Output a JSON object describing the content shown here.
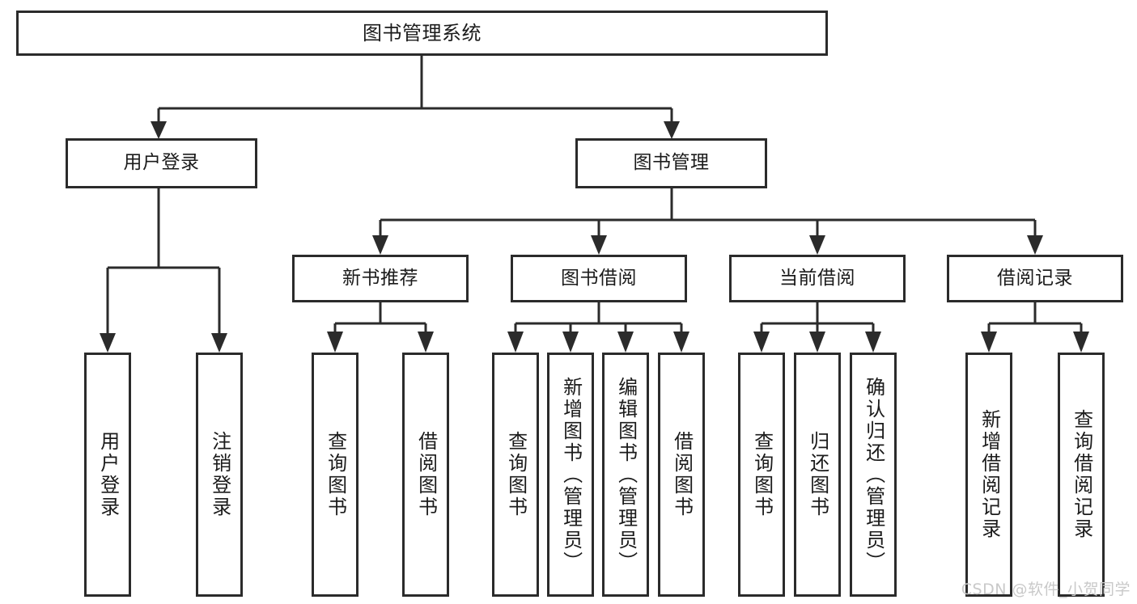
{
  "diagram": {
    "title": "图书管理系统",
    "type": "tree-hierarchy",
    "watermark": "CSDN @软件_小贺同学",
    "colors": {
      "stroke": "#2b2b2b",
      "fill": "#ffffff",
      "text": "#1b1b1b",
      "watermark": "#c9c9c9"
    },
    "nodes": {
      "root": {
        "label": "图书管理系统"
      },
      "level2": [
        {
          "label": "用户登录"
        },
        {
          "label": "图书管理"
        }
      ],
      "level3": [
        {
          "label": "新书推荐"
        },
        {
          "label": "图书借阅"
        },
        {
          "label": "当前借阅"
        },
        {
          "label": "借阅记录"
        }
      ],
      "leaves": {
        "user_login": [
          {
            "label": "用户登录"
          },
          {
            "label": "注销登录"
          }
        ],
        "new_book_recommend": [
          {
            "label": "查询图书"
          },
          {
            "label": "借阅图书"
          }
        ],
        "book_borrow": [
          {
            "label": "查询图书"
          },
          {
            "label": "新增图书（管理员）"
          },
          {
            "label": "编辑图书（管理员）"
          },
          {
            "label": "借阅图书"
          }
        ],
        "current_borrow": [
          {
            "label": "查询图书"
          },
          {
            "label": "归还图书"
          },
          {
            "label": "确认归还（管理员）"
          }
        ],
        "borrow_record": [
          {
            "label": "新增借阅记录"
          },
          {
            "label": "查询借阅记录"
          }
        ]
      }
    }
  }
}
